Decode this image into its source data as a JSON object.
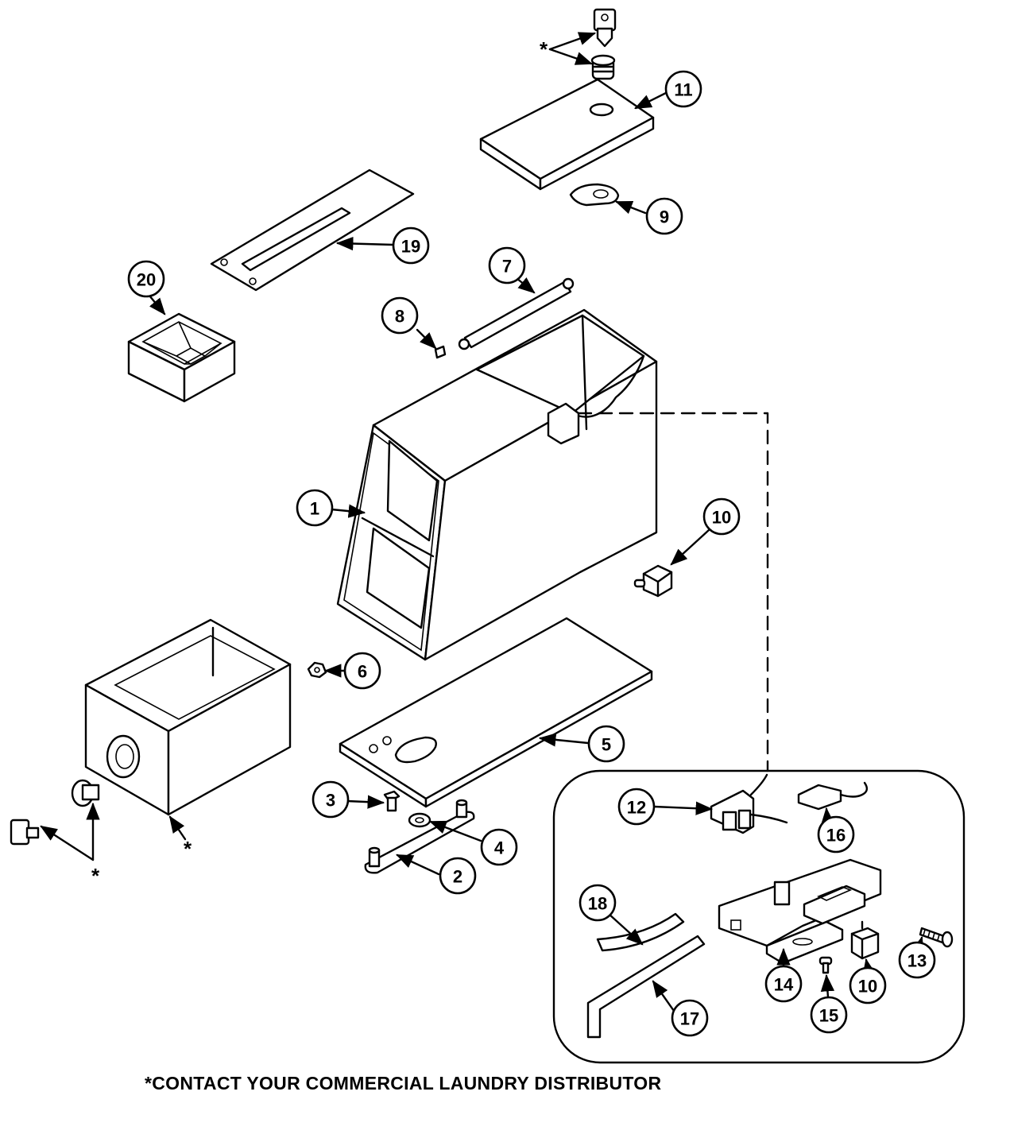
{
  "callouts": [
    "1",
    "2",
    "3",
    "4",
    "5",
    "6",
    "7",
    "8",
    "9",
    "10",
    "11",
    "12",
    "13",
    "14",
    "15",
    "16",
    "17",
    "18",
    "19",
    "20",
    "10"
  ],
  "asterisk": "*",
  "footnote": "*CONTACT YOUR COMMERCIAL LAUNDRY DISTRIBUTOR"
}
